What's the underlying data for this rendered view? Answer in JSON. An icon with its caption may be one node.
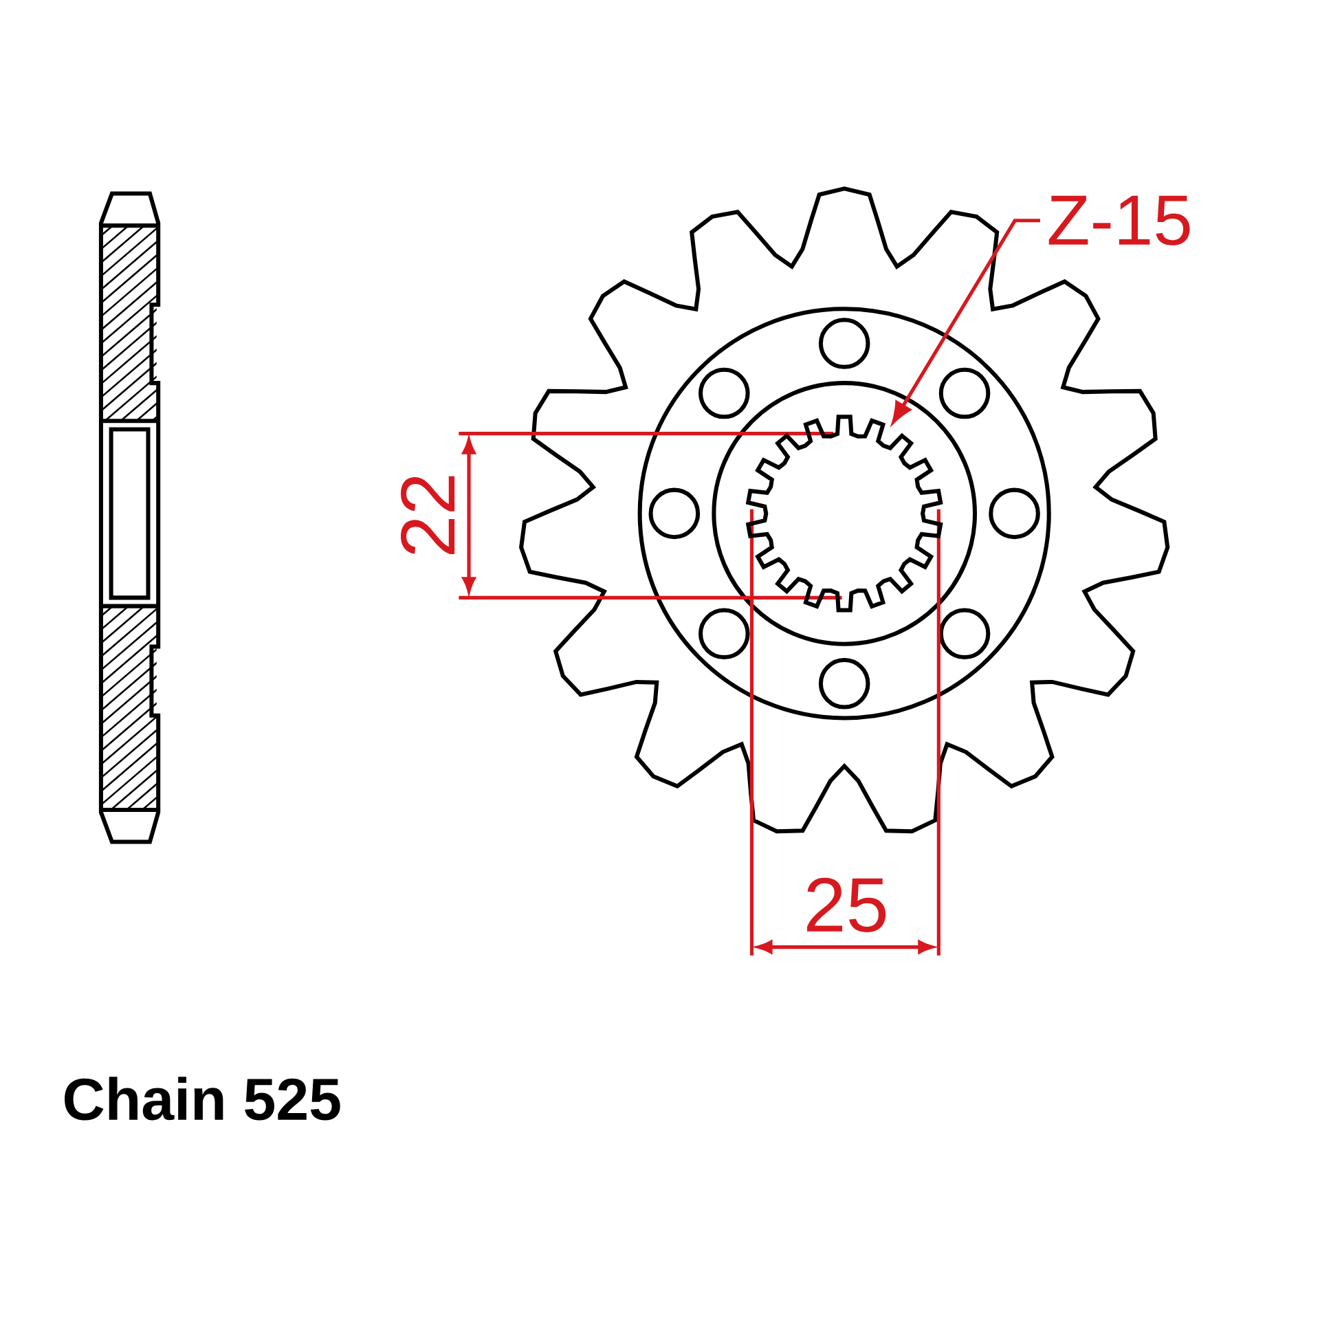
{
  "diagram": {
    "nodes": [
      {
        "text": [
          "Z-15"
        ]
      },
      {
        "text": [],
        "shape": "picture"
      }
    ],
    "edges": [
      {
        "from": 0,
        "to": 1,
        "arrow": "to",
        "color": "#d7191f"
      }
    ],
    "labels": [
      "22",
      "25",
      "Chain 525"
    ]
  }
}
